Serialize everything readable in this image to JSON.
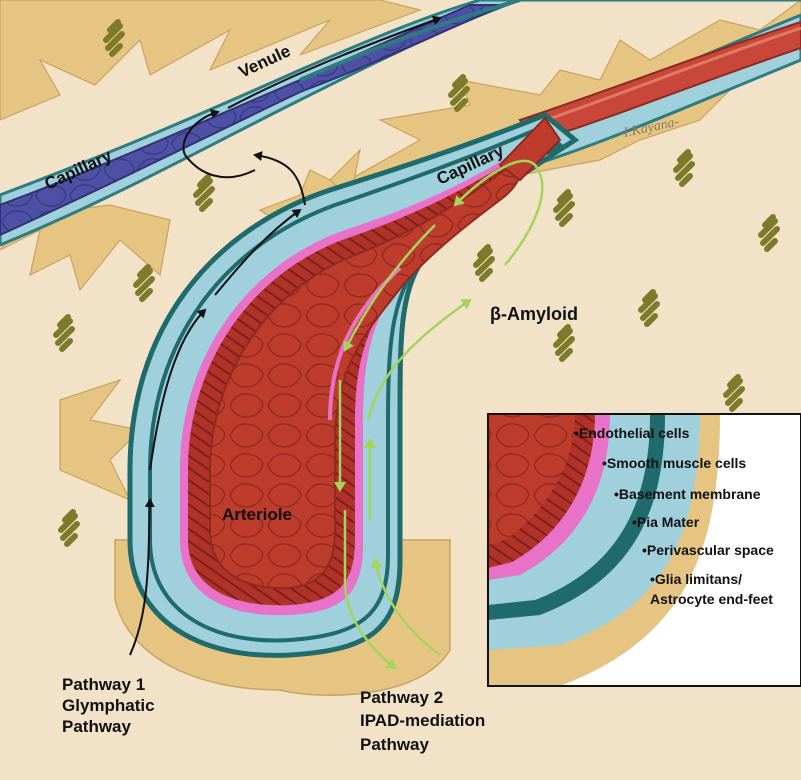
{
  "diagram": {
    "labels": {
      "venule": "Venule",
      "capillary_left": "Capillary",
      "capillary_right": "Capillary",
      "arteriole": "Arteriole",
      "amyloid": "β-Amyloid",
      "signature": "-I.Kayana-"
    },
    "pathway1": {
      "line1": "Pathway 1",
      "line2": "Glymphatic",
      "line3": "Pathway"
    },
    "pathway2": {
      "line1": "Pathway 2",
      "line2": "IPAD-mediation",
      "line3": "Pathway"
    },
    "inset_layers": [
      "•Endothelial cells",
      "•Smooth muscle cells",
      "•Basement membrane",
      "•Pia Mater",
      "•Perivascular space",
      "•Glia limitans/",
      "Astrocyte end-feet"
    ]
  },
  "colors": {
    "background": "#f2e2c8",
    "astrocyte": "#e6c582",
    "vessel_red": "#b8382a",
    "smooth_muscle": "#a8302a",
    "basement_membrane": "#e772c8",
    "pia": "#1f6b6b",
    "perivascular": "#8cc6d2",
    "venule_blue": "#4d4fa3",
    "amyloid": "#7d7a2a",
    "green_arrow": "#a6d45a",
    "black_arrow": "#111111"
  }
}
